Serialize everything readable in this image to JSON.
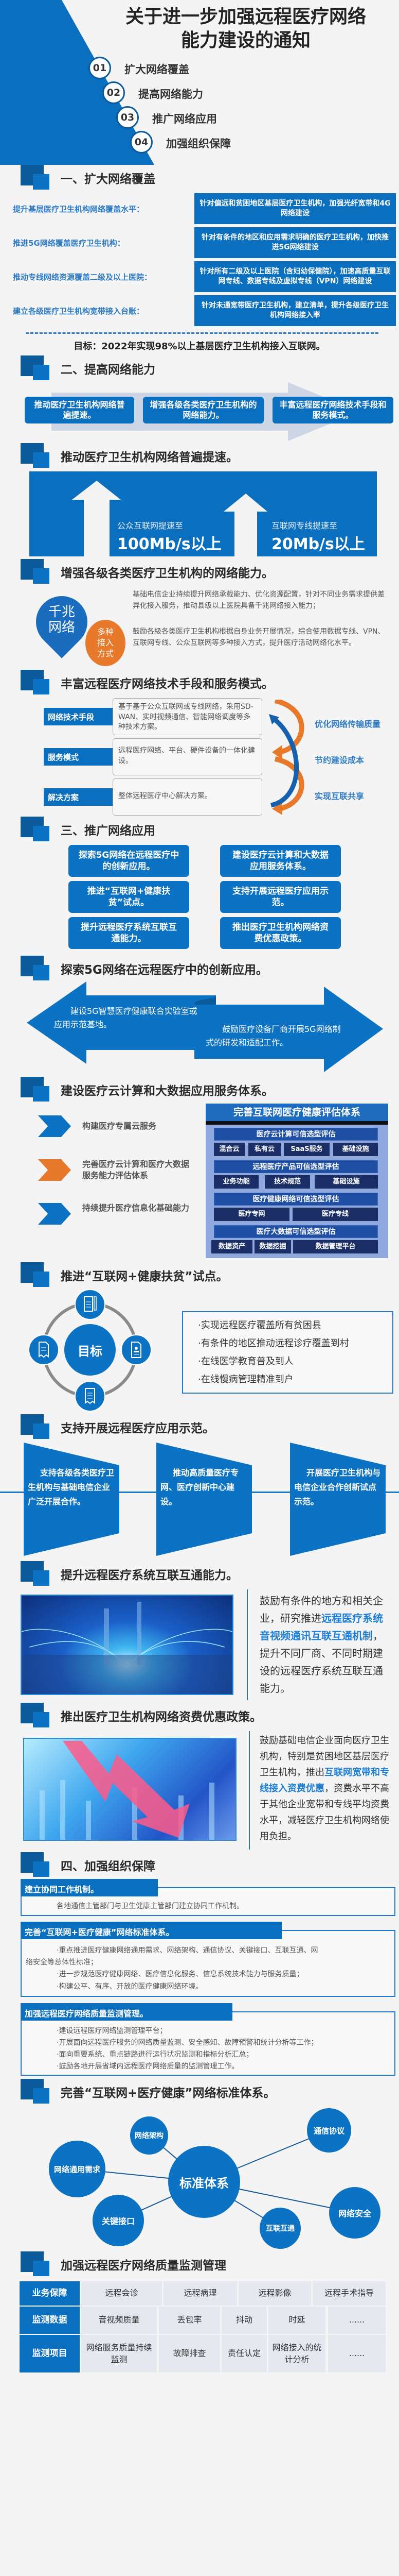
{
  "title": {
    "line1": "关于进一步加强远程医疗网络",
    "line2": "能力建设的通知"
  },
  "toc": [
    {
      "num": "01",
      "label": "扩大网络覆盖"
    },
    {
      "num": "02",
      "label": "提高网络能力"
    },
    {
      "num": "03",
      "label": "推广网络应用"
    },
    {
      "num": "04",
      "label": "加强组织保障"
    }
  ],
  "s1": {
    "title": "一、扩大网络覆盖",
    "rows": [
      {
        "label": "提升基层医疗卫生机构网络覆盖水平：",
        "desc": "针对偏远和贫困地区基层医疗卫生机构，加强光纤宽带和4G网络建设"
      },
      {
        "label": "推进5G网络覆盖医疗卫生机构：",
        "desc": "针对有条件的地区和应用需求明确的医疗卫生机构，加快推进5G网络建设"
      },
      {
        "label": "推动专线网络资源覆盖二级及以上医院：",
        "desc": "针对所有二级及以上医院（含妇幼保健院），加速高质量互联网专线、数据专线及虚拟专线（VPN）网络建设"
      },
      {
        "label": "建立各级医疗卫生机构宽带接入台账：",
        "desc": "针对未通宽带医疗卫生机构，建立清单，提升各级医疗卫生机构网络接入率"
      }
    ],
    "goal": "目标：2022年实现98%以上基层医疗卫生机构接入互联网。"
  },
  "s2": {
    "title": "二、提高网络能力",
    "boxes": [
      "推动医疗卫生机构网络普遍提速。",
      "增强各级各类医疗卫生机构的网络能力。",
      "丰富远程医疗网络技术手段和服务模式。"
    ],
    "speed": {
      "title": "推动医疗卫生机构网络普遍提速。",
      "items": [
        {
          "label": "公众互联网提速至",
          "value": "100Mb/s以上"
        },
        {
          "label": "互联网专线提速至",
          "value": "20Mb/s以上"
        }
      ]
    },
    "capacity": {
      "title": "增强各级各类医疗卫生机构的网络能力。",
      "pin_main": "千兆网络",
      "pin_sub": "多种接入方式",
      "paras": [
        "基础电信企业持续提升网络承载能力、优化资源配置，针对不同业务需求提供差异化接入服务，推动县级以上医院具备千兆网络接入能力；",
        "鼓励各级各类医疗卫生机构根据自身业务开展情况，综合使用数据专线、VPN、互联网专线、公众互联网等多种接入方式，提升医疗活动网络化水平。"
      ]
    },
    "modes": {
      "title": "丰富远程医疗网络技术手段和服务模式。",
      "rows": [
        {
          "label": "网络技术手段",
          "desc": "基于基于公众互联网或专线网络，采用SD-WAN、实时视频通信、智能网络调度等多种技术方案。"
        },
        {
          "label": "服务模式",
          "desc": "远程医疗网络、平台、硬件设备的一体化建设。"
        },
        {
          "label": "解决方案",
          "desc": "整体远程医疗中心解决方案。"
        }
      ],
      "benefits": [
        "优化网络传输质量",
        "节约建设成本",
        "实现互联共享"
      ]
    }
  },
  "s3": {
    "title": "三、推广网络应用",
    "grid": [
      "探索5G网络在远程医疗中的创新应用。",
      "建设医疗云计算和大数据应用服务体系。",
      "推进“互联网+健康扶贫”试点。",
      "支持开展远程医疗应用示范。",
      "提升远程医疗系统互联互通能力。",
      "推出医疗卫生机构网络资费优惠政策。"
    ],
    "g5": {
      "title": "探索5G网络在远程医疗中的创新应用。",
      "left": "建设5G智慧医疗健康联合实验室或应用示范基地。",
      "right": "鼓励医疗设备厂商开展5G网络制式的研发和适配工作。"
    },
    "cloud": {
      "title": "建设医疗云计算和大数据应用服务体系。",
      "items": [
        "构建医疗专属云服务",
        "完善医疗云计算和医疗大数据服务能力评估体系",
        "持续提升医疗信息化基础能力"
      ],
      "panel_title": "完善互联网医疗健康评估体系",
      "groups": [
        {
          "name": "医疗云计算可信选型评估",
          "cells": [
            "混合云",
            "私有云",
            "SaaS服务",
            "基础设施"
          ]
        },
        {
          "name": "远程医疗产品可信选型评估",
          "cells": [
            "业务功能",
            "技术规范",
            "基础设施"
          ]
        },
        {
          "name": "医疗健康网络可信选型评估",
          "cells": [
            "医疗专网",
            "医疗专线"
          ]
        },
        {
          "name": "医疗大数据可信选型评估",
          "cells": [
            "数据资产",
            "数据挖掘",
            "数据管理平台"
          ]
        }
      ]
    },
    "poverty": {
      "title": "推进“互联网+健康扶贫”试点。",
      "center": "目标",
      "bullets": [
        "·实现远程医疗覆盖所有贫困县",
        "·有条件的地区推动远程诊疗覆盖到村",
        "·在线医学教育普及到人",
        "·在线慢病管理精准到户"
      ]
    },
    "demo": {
      "title": "支持开展远程医疗应用示范。",
      "banners": [
        "支持各级各类医疗卫生机构与基础电信企业广泛开展合作。",
        "推动高质量医疗专网、医疗创新中心建设。",
        "开展医疗卫生机构与电信企业合作创新试点示范。"
      ]
    },
    "interop": {
      "title": "提升远程医疗系统互联互通能力。",
      "pre": "鼓励有条件的地方和相关企业，研究推进",
      "hl": "远程医疗系统音视频通讯互联互通机制",
      "post": "，提升不同厂商、不同时期建设的远程医疗系统互联互通能力。"
    },
    "tariff": {
      "title": "推出医疗卫生机构网络资费优惠政策。",
      "pre": "鼓励基础电信企业面向医疗卫生机构，特别是贫困地区基层医疗卫生机构，推出",
      "hl": "互联网宽带和专线接入资费优惠",
      "post": "，资费水平不高于其他企业宽带和专线平均资费水平，减轻医疗卫生机构网络使用负担。"
    }
  },
  "s4": {
    "title": "四、加强组织保障",
    "boxes": [
      {
        "title": "建立协同工作机制。",
        "lines": [
          "各地通信主管部门与卫生健康主管部门建立协同工作机制。"
        ]
      },
      {
        "title": "完善“互联网+医疗健康”网络标准体系。",
        "lines": [
          "·重点推进医疗健康网络通用需求、网络架构、通信协议、关键接口、互联互通、网",
          "络安全等总体性标准；",
          "·进一步规范医疗健康网络、医疗信息化服务、信息系统技术能力与服务质量；",
          "·构建公平、有序、开放的医疗健康网络环境。"
        ]
      },
      {
        "title": "加强远程医疗网络质量监测管理。",
        "lines": [
          "·建设远程医疗网络监测管理平台；",
          "·开展面向远程医疗服务的网络质量监测、安全感知、故障预警和统计分析等工作；",
          "·面向重要系统、重点链路进行运行状况监测和指标分析汇总；",
          "·鼓励各地开展省域内远程医疗网络质量的监测管理工作。"
        ]
      }
    ],
    "standards": {
      "title": "完善“互联网+医疗健康”网络标准体系。",
      "center": "标准体系",
      "nodes": [
        "网络架构",
        "通信协议",
        "网络通用需求",
        "网络安全",
        "关键接口",
        "互联互通"
      ]
    },
    "monitor": {
      "title": "加强远程医疗网络质量监测管理",
      "rows": [
        {
          "head": "业务保障",
          "cells": [
            "远程会诊",
            "远程病理",
            "远程影像",
            "远程手术指导"
          ]
        },
        {
          "head": "监测数据",
          "cells": [
            "音视频质量",
            "丢包率",
            "抖动",
            "时延",
            "......"
          ]
        },
        {
          "head": "监测项目",
          "cells": [
            "网络服务质量持续监测",
            "故障排查",
            "责任认定",
            "网络接入的统计分析",
            "......"
          ]
        }
      ]
    }
  },
  "colors": {
    "primary": "#0b6fc0",
    "dark": "#0a5a9c",
    "accent": "#e8792b",
    "bg": "#f4f4f4"
  }
}
